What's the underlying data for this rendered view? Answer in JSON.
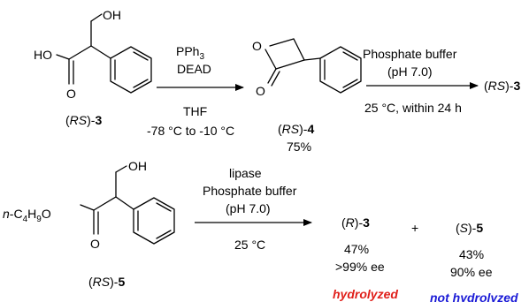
{
  "colors": {
    "hydrolyzed": "#e0201b",
    "not_hydrolyzed": "#1a1ad6",
    "ink": "#000000"
  },
  "reaction1": {
    "reactant": {
      "oh": "OH",
      "ho": "HO",
      "carbonyl_o": "O",
      "label_prefix": "(",
      "label_rs": "RS",
      "label_suffix": ")-",
      "label_num": "3"
    },
    "step1": {
      "reagent1": "PPh",
      "reagent1_sub": "3",
      "reagent2": "DEAD",
      "solvent": "THF",
      "temperature": "-78 °C to -10 °C"
    },
    "intermediate": {
      "ring_o": "O",
      "carbonyl_o": "O",
      "label_prefix": "(",
      "label_rs": "RS",
      "label_suffix": ")-",
      "label_num": "4",
      "yield": "75%"
    },
    "step2": {
      "reagent1": "Phosphate buffer",
      "reagent2": "(pH 7.0)",
      "conditions": "25 °C, within 24 h"
    },
    "product": {
      "label_prefix": "(",
      "label_rs": "RS",
      "label_suffix": ")-",
      "label_num": "3"
    }
  },
  "reaction2": {
    "reactant": {
      "oh": "OH",
      "alkyl_n": "n",
      "alkyl_dash": "-C",
      "alkyl_sub1": "4",
      "alkyl_h": "H",
      "alkyl_sub2": "9",
      "alkyl_o": "O",
      "carbonyl_o": "O",
      "label_prefix": "(",
      "label_rs": "RS",
      "label_suffix": ")-",
      "label_num": "5"
    },
    "conditions": {
      "enzyme": "lipase",
      "reagent1": "Phosphate buffer",
      "reagent2": "(pH 7.0)",
      "temperature": "25 °C"
    },
    "product1": {
      "label_prefix": "(",
      "label_r": "R",
      "label_suffix": ")-",
      "label_num": "3",
      "yield": "47%",
      "ee": ">99% ee",
      "status": "hydrolyzed"
    },
    "plus": "+",
    "product2": {
      "label_prefix": "(",
      "label_s": "S",
      "label_suffix": ")-",
      "label_num": "5",
      "yield": "43%",
      "ee": "90% ee",
      "status": "not hydrolyzed"
    }
  }
}
